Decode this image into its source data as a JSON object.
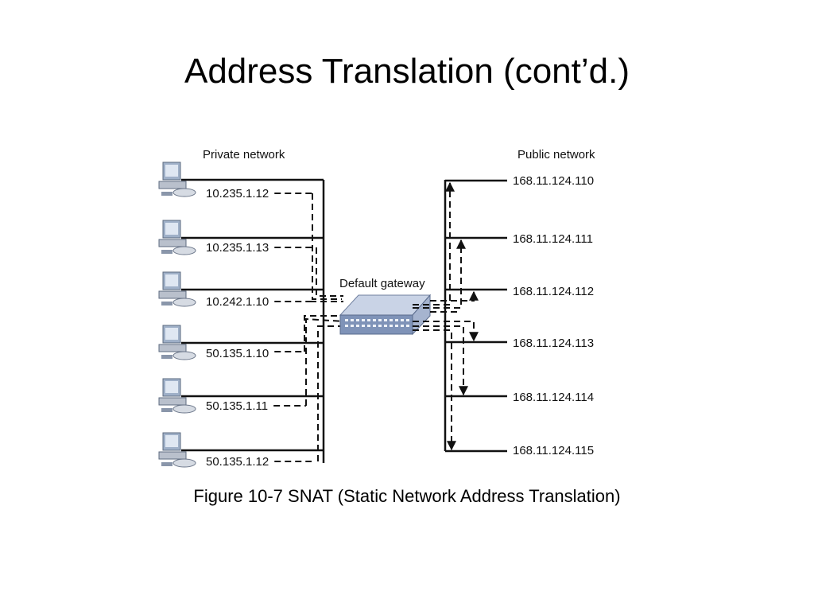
{
  "slide": {
    "title": "Address Translation (cont’d.)",
    "caption": "Figure 10-7 SNAT (Static Network Address Translation)"
  },
  "diagram": {
    "private_network_label": "Private network",
    "public_network_label": "Public network",
    "gateway_label": "Default gateway",
    "private_hosts": [
      {
        "ip": "10.235.1.12"
      },
      {
        "ip": "10.235.1.13"
      },
      {
        "ip": "10.242.1.10"
      },
      {
        "ip": "50.135.1.10"
      },
      {
        "ip": "50.135.1.11"
      },
      {
        "ip": "50.135.1.12"
      }
    ],
    "public_addresses": [
      {
        "ip": "168.11.124.110"
      },
      {
        "ip": "168.11.124.111"
      },
      {
        "ip": "168.11.124.112"
      },
      {
        "ip": "168.11.124.113"
      },
      {
        "ip": "168.11.124.114"
      },
      {
        "ip": "168.11.124.115"
      }
    ],
    "colors": {
      "line": "#111111",
      "gateway_top": "#c9d3e6",
      "gateway_front": "#7f93b8",
      "computer_screen": "#9fb0c8",
      "computer_body": "#b9c0cc"
    }
  }
}
